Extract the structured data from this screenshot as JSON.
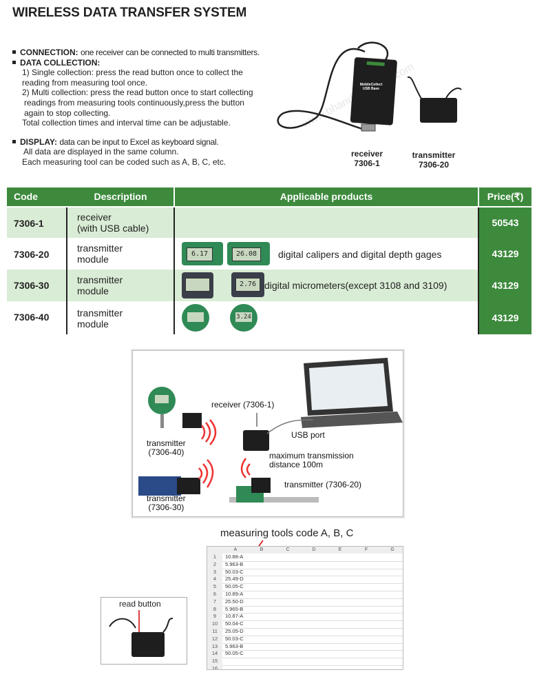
{
  "title": "WIRELESS DATA TRANSFER SYSTEM",
  "features": {
    "connection_label": "CONNECTION:",
    "connection_text": "one receiver can be connected to multi transmitters.",
    "data_label": "DATA COLLECTION:",
    "data_lines": [
      "1) Single collection: press the read button once to collect the",
      "reading from measuring tool once.",
      "2) Multi collection: press the read button once to start collecting",
      "readings from measuring tools continuously,press the button",
      "again to stop collecting.",
      "Total collection times and interval time can be adjustable."
    ],
    "display_label": "DISPLAY:",
    "display_text": "data can be input to Excel as keyboard signal.",
    "display_lines": [
      "All data are displayed in the same column.",
      "Each measuring tool can be coded such as A, B, C, etc."
    ]
  },
  "product_photos": {
    "receiver_caption": [
      "receiver",
      "7306-1"
    ],
    "transmitter_caption": [
      "transmitter",
      "7306-20"
    ],
    "receiver_label": [
      "MobileCollect",
      "USB Base"
    ],
    "watermark": "www.bhandcompany.com"
  },
  "table": {
    "headers": {
      "code": "Code",
      "description": "Description",
      "products": "Applicable products",
      "price": "Price(₹)"
    },
    "rows": [
      {
        "code": "7306-1",
        "desc": [
          "receiver",
          "(with USB cable)"
        ],
        "products": "",
        "price": "50543"
      },
      {
        "code": "7306-20",
        "desc": [
          "transmitter",
          "module"
        ],
        "products": "digital calipers and digital depth gages",
        "price": "43129",
        "readings": [
          "6.17",
          "26.08"
        ]
      },
      {
        "code": "7306-30",
        "desc": [
          "transmitter",
          "module"
        ],
        "products": "digital micrometers(except 3108 and 3109)",
        "price": "43129",
        "readings": [
          "",
          "2.76"
        ]
      },
      {
        "code": "7306-40",
        "desc": [
          "transmitter",
          "module"
        ],
        "products": "",
        "price": "43129",
        "readings": [
          "",
          "3.24"
        ]
      }
    ]
  },
  "diagram": {
    "receiver": "receiver (7306-1)",
    "usb": "USB port",
    "transmitter40": [
      "transmitter",
      "(7306-40)"
    ],
    "max_distance": [
      "maximum transmission",
      "distance 100m"
    ],
    "transmitter30": [
      "transmitter",
      "(7306-30)"
    ],
    "transmitter20": "transmitter (7306-20)"
  },
  "sheet": {
    "caption": "measuring tools code A, B, C",
    "columns": [
      "A",
      "B",
      "C",
      "D",
      "E",
      "F",
      "G"
    ],
    "values": [
      "10.88-A",
      "5.963-B",
      "50.03-C",
      "25.49-D",
      "50.05-C",
      "10.89-A",
      "25.50-D",
      "5.965-B",
      "10.87-A",
      "50.04-C",
      "25.05-D",
      "50.03-C",
      "5.963-B",
      "50.05-C",
      "",
      ""
    ]
  },
  "read_button": "read button"
}
